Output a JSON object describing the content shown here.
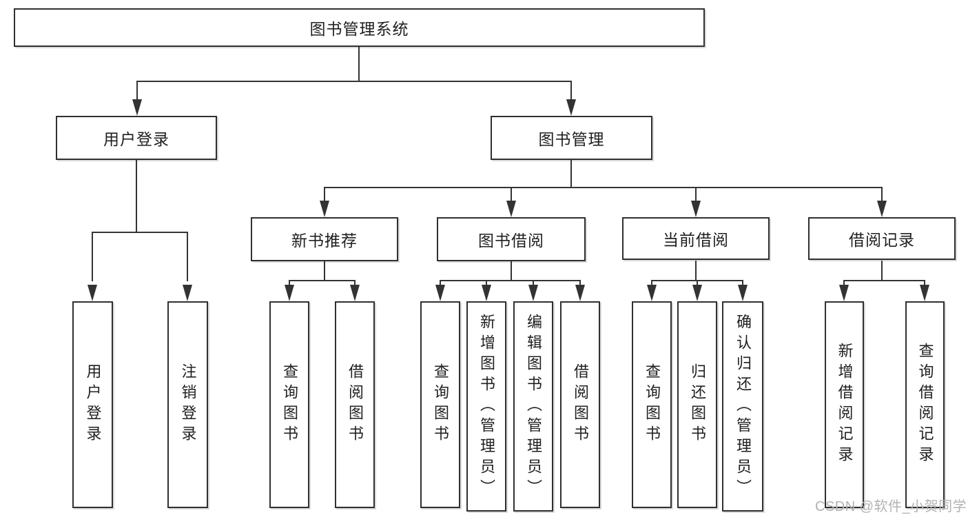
{
  "nodes": {
    "root": {
      "label": "图书管理系统"
    },
    "user_login": {
      "label": "用户登录"
    },
    "book_management": {
      "label": "图书管理"
    },
    "new_book_recommend": {
      "label": "新书推荐"
    },
    "book_borrowing": {
      "label": "图书借阅"
    },
    "current_borrowing": {
      "label": "当前借阅"
    },
    "borrowing_records": {
      "label": "借阅记录"
    },
    "user_login_leaf": {
      "label": "用户登录"
    },
    "logout_leaf": {
      "label": "注销登录"
    },
    "recommend_query_books": {
      "label": "查询图书"
    },
    "recommend_borrow_books": {
      "label": "借阅图书"
    },
    "borrowing_query_books": {
      "label": "查询图书"
    },
    "borrowing_add_books": {
      "label": "新增图书（管理员）"
    },
    "borrowing_edit_books": {
      "label": "编辑图书（管理员）"
    },
    "borrowing_borrow_books": {
      "label": "借阅图书"
    },
    "current_query_books": {
      "label": "查询图书"
    },
    "current_return_books": {
      "label": "归还图书"
    },
    "current_confirm_return": {
      "label": "确认归还（管理员）"
    },
    "records_add_record": {
      "label": "新增借阅记录"
    },
    "records_query_record": {
      "label": "查询借阅记录"
    }
  },
  "hierarchy": {
    "root": "图书管理系统",
    "children": [
      {
        "label": "用户登录",
        "children": [
          "用户登录",
          "注销登录"
        ]
      },
      {
        "label": "图书管理",
        "children": [
          {
            "label": "新书推荐",
            "children": [
              "查询图书",
              "借阅图书"
            ]
          },
          {
            "label": "图书借阅",
            "children": [
              "查询图书",
              "新增图书（管理员）",
              "编辑图书（管理员）",
              "借阅图书"
            ]
          },
          {
            "label": "当前借阅",
            "children": [
              "查询图书",
              "归还图书",
              "确认归还（管理员）"
            ]
          },
          {
            "label": "借阅记录",
            "children": [
              "新增借阅记录",
              "查询借阅记录"
            ]
          }
        ]
      }
    ]
  },
  "watermark": {
    "text": "CSDN @软件_小贺同学",
    "color": "#b2b2b2"
  },
  "colors": {
    "line": "#333333",
    "border": "#2f2f2f",
    "text": "#1f1f1f",
    "background": "#ffffff"
  }
}
